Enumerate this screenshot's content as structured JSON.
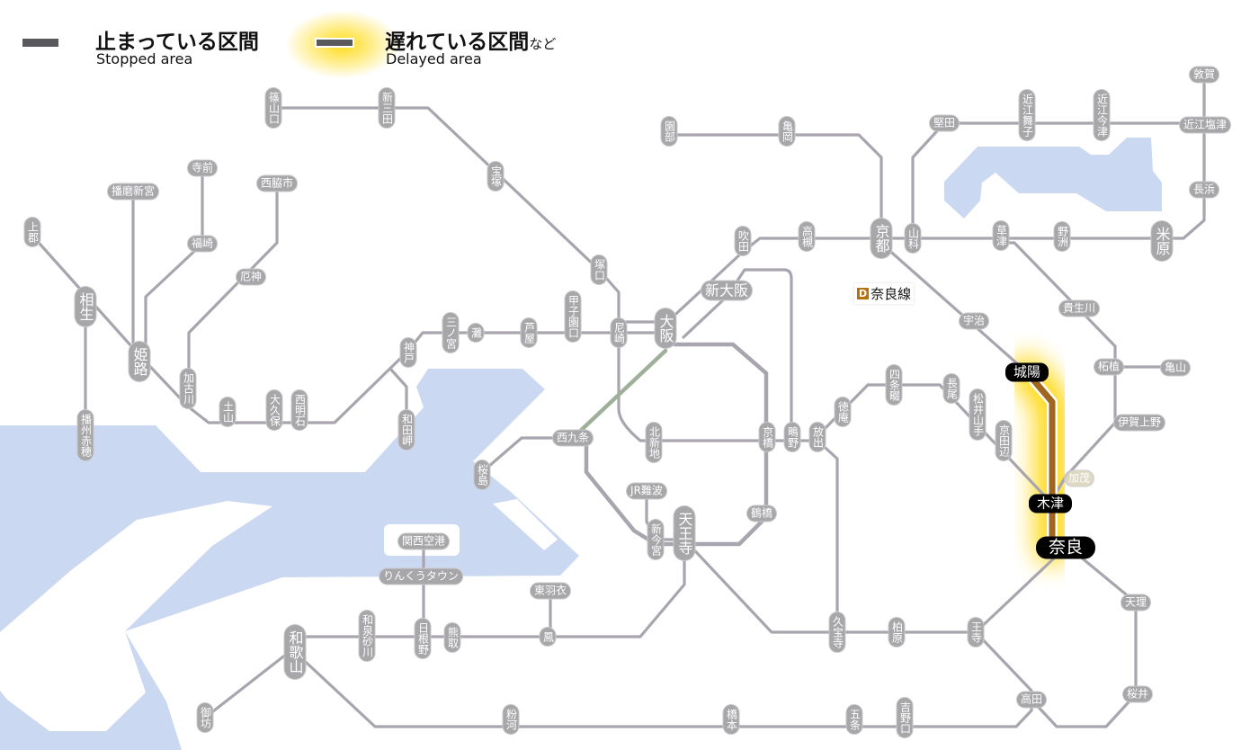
{
  "legend": {
    "stopped_jp": "止まっている区間",
    "stopped_en": "Stopped area",
    "delayed_jp": "遅れている区間",
    "delayed_jp_suffix": "など",
    "delayed_en": "Delayed area"
  },
  "line_badge": {
    "code": "D",
    "name": "奈良線"
  },
  "colors": {
    "line": "#a9a5ae",
    "sea": "#cbd8f2",
    "label_bg": "#a7a6a9",
    "delayed_fill": "#a0651e",
    "glow": "#ffd500",
    "stopped": "#59585c"
  },
  "stations": {
    "sasayamaguchi": "篠山口",
    "shinsanda": "新三田",
    "takarazuka": "宝塚",
    "tsukaguchi": "塚口",
    "amagasaki": "尼崎",
    "osaka": "大阪",
    "koshienguchi": "甲子園口",
    "ashiya": "芦屋",
    "nada": "灘",
    "sannomiya": "三ノ宮",
    "kobe": "神戸",
    "wadamisaki": "和田岬",
    "nishiakashi": "西明石",
    "okubo": "大久保",
    "dobo": "土山",
    "kakogawa": "加古川",
    "yakujin": "厄神",
    "nishiwakishi": "西脇市",
    "fukusaki": "福崎",
    "teramae": "寺前",
    "harimashingu": "播磨新宮",
    "himeji": "姫路",
    "aioi": "相生",
    "kamigori": "上郡",
    "banshuako": "播州赤穂",
    "sonobe": "園部",
    "kameoka": "亀岡",
    "kyoto": "京都",
    "yamashina": "山科",
    "katata": "堅田",
    "omimaiko": "近江舞子",
    "omiimazu": "近江今津",
    "omishiotsu": "近江塩津",
    "tsuruga": "敦賀",
    "nagahama": "長浜",
    "maibara": "米原",
    "kusatsu": "草津",
    "yasu": "野洲",
    "suita": "吹田",
    "takatsuki": "高槻",
    "shinosaka": "新大阪",
    "uji": "宇治",
    "kibukawa": "貴生川",
    "tsuge": "柘植",
    "kameyama": "亀山",
    "igaueno": "伊賀上野",
    "kamo": "加茂",
    "joyo": "城陽",
    "kizu": "木津",
    "nara": "奈良",
    "tenri": "天理",
    "sakurai": "桜井",
    "takada": "高田",
    "oji": "王寺",
    "kashiwara": "柏原",
    "kyuhoji": "久宝寺",
    "yoshinoguchi": "吉野口",
    "gojo": "五条",
    "hashimoto": "橋本",
    "kokawa": "粉河",
    "gobo": "御坊",
    "wakayama": "和歌山",
    "izumisunagawa": "和泉砂川",
    "hineno": "日根野",
    "kumatori": "熊取",
    "otori": "鳳",
    "higashihagoromo": "東羽衣",
    "rinkutown": "りんくうタウン",
    "kansaiairport": "関西空港",
    "tennoji": "天王寺",
    "shinimamiya": "新今宮",
    "jrnamba": "JR難波",
    "tsuruhashi": "鶴橋",
    "kyobashi": "京橋",
    "shigino": "鴫野",
    "hanaten": "放出",
    "tokuan": "徳庵",
    "shijonawate": "四条畷",
    "nagao": "長尾",
    "matsuiyamate": "松井山手",
    "kyotanabe": "京田辺",
    "kitashinchi": "北新地",
    "nishikujo": "西九条",
    "sakurajima": "桜島"
  },
  "delayed_section": [
    "joyo",
    "kizu",
    "nara"
  ]
}
